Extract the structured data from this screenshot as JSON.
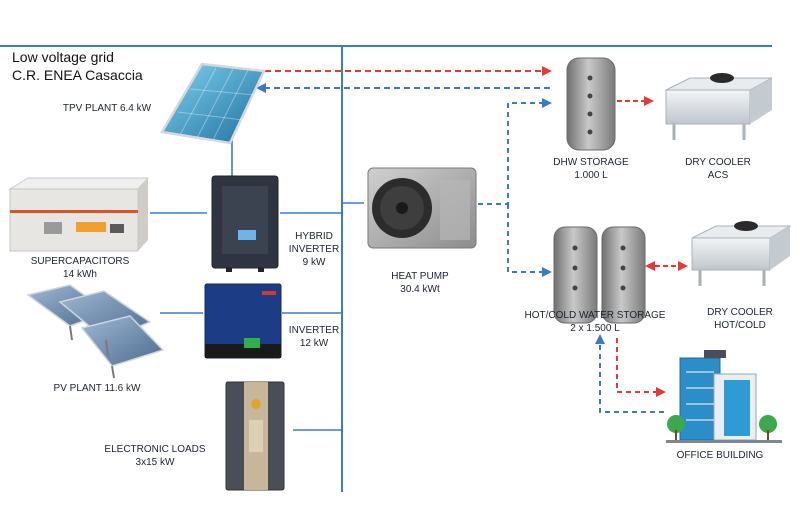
{
  "title": {
    "line1": "Low voltage grid",
    "line2": "C.R. ENEA Casaccia"
  },
  "components": {
    "tpv_plant": "TPV PLANT 6.4 kW",
    "supercapacitors": {
      "name": "SUPERCAPACITORS",
      "value": "14 kWh"
    },
    "pv_plant": "PV PLANT 11.6 kW",
    "electronic_loads": {
      "name": "ELECTRONIC LOADS",
      "value": "3x15 kW"
    },
    "hybrid_inverter": {
      "line1": "HYBRID",
      "line2": "INVERTER",
      "value": "9 kW"
    },
    "inverter": {
      "name": "INVERTER",
      "value": "12 kW"
    },
    "heat_pump": {
      "name": "HEAT PUMP",
      "value": "30.4 kWt"
    },
    "dhw_storage": {
      "name": "DHW STORAGE",
      "value": "1.000 L"
    },
    "dry_cooler_acs": {
      "name": "DRY COOLER",
      "value": "ACS"
    },
    "hot_cold_storage": {
      "name": "HOT/COLD WATER STORAGE",
      "value": "2 x 1.500 L"
    },
    "dry_cooler_hot_cold": {
      "name": "DRY COOLER",
      "value": "HOT/COLD"
    },
    "office_building": "OFFICE BUILDING"
  },
  "colors": {
    "bus_line": "#3a7bd5",
    "hot_flow": "#e53935",
    "cold_flow": "#3b79c9",
    "text": "#1b2230"
  }
}
